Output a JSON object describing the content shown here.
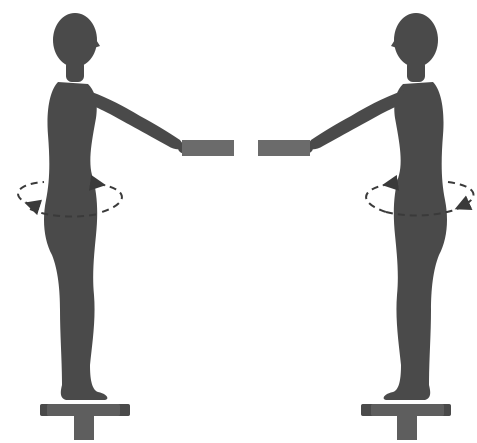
{
  "colors": {
    "background": "#ffffff",
    "figure": "#4a4a4a",
    "bar": "#6b6b6b",
    "base": "#5e5e5e",
    "arrow": "#3a3a3a"
  },
  "figures": [
    {
      "facing": "right",
      "rotation_direction": "clockwise"
    },
    {
      "facing": "left",
      "rotation_direction": "counter-clockwise"
    }
  ],
  "icons": {
    "rotation_arrow": "curved-dashed-arrow-icon",
    "turntable": "turntable-base-icon",
    "handle": "handle-bar-icon"
  }
}
